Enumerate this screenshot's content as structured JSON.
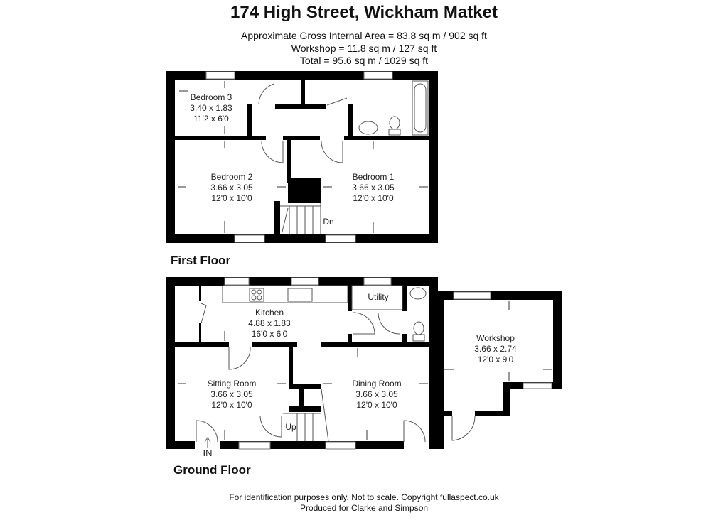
{
  "header": {
    "title": "174 High Street, Wickham Matket",
    "area_lines": [
      "Approximate Gross Internal Area = 83.8 sq m / 902 sq ft",
      "Workshop = 11.8 sq m / 127 sq ft",
      "Total = 95.6 sq m / 1029 sq ft"
    ]
  },
  "floors": {
    "first": {
      "label": "First Floor",
      "rooms": [
        {
          "name": "Bedroom 3",
          "metric": "3.40 x 1.83",
          "imperial": "11'2 x 6'0"
        },
        {
          "name": "Bedroom 2",
          "metric": "3.66 x 3.05",
          "imperial": "12'0 x 10'0"
        },
        {
          "name": "Bedroom 1",
          "metric": "3.66 x 3.05",
          "imperial": "12'0 x 10'0"
        }
      ],
      "stairs_label": "Dn"
    },
    "ground": {
      "label": "Ground Floor",
      "rooms": [
        {
          "name": "Kitchen",
          "metric": "4.88 x 1.83",
          "imperial": "16'0 x 6'0"
        },
        {
          "name": "Sitting Room",
          "metric": "3.66 x 3.05",
          "imperial": "12'0 x 10'0"
        },
        {
          "name": "Dining Room",
          "metric": "3.66 x 3.05",
          "imperial": "12'0 x 10'0"
        },
        {
          "name": "Workshop",
          "metric": "3.66 x 2.74",
          "imperial": "12'0 x 9'0"
        }
      ],
      "utility_label": "Utility",
      "stairs_label": "Up",
      "entrance_label": "IN"
    }
  },
  "footer": {
    "line1": "For identification purposes only. Not to scale. Copyright fullaspect.co.uk",
    "line2": "Produced for Clarke and Simpson"
  }
}
